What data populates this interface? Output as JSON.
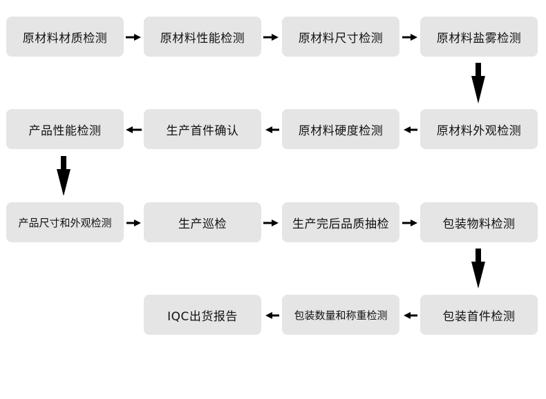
{
  "steps": {
    "s1": "原材料材质检测",
    "s2": "原材料性能检测",
    "s3": "原材料尺寸检测",
    "s4": "原材料盐雾检测",
    "s5": "原材料外观检测",
    "s6": "原材料硬度检测",
    "s7": "生产首件确认",
    "s8": "产品性能检测",
    "s9": "产品尺寸和外观检测",
    "s10": "生产巡检",
    "s11": "生产完后品质抽检",
    "s12": "包装物料检测",
    "s13": "包装首件检测",
    "s14": "包装数量和称重检测",
    "s15": "IQC出货报告"
  },
  "colors": {
    "box_fill": "#e5e5e5",
    "text": "#111111",
    "arrow": "#000000"
  }
}
